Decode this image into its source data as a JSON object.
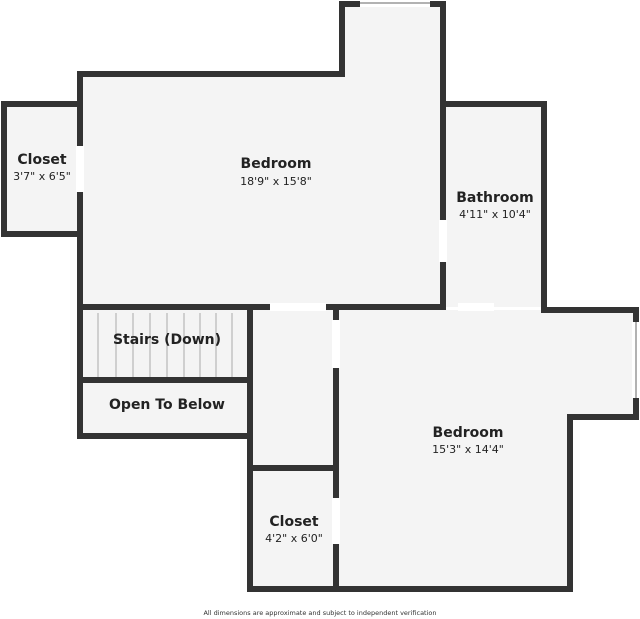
{
  "rooms": {
    "bedroom_main": {
      "name": "Bedroom",
      "dims": "18'9\" x 15'8\""
    },
    "closet_left": {
      "name": "Closet",
      "dims": "3'7\" x 6'5\""
    },
    "bathroom": {
      "name": "Bathroom",
      "dims": "4'11\" x 10'4\""
    },
    "stairs": {
      "name": "Stairs (Down)"
    },
    "open_below": {
      "name": "Open To Below"
    },
    "bedroom_second": {
      "name": "Bedroom",
      "dims": "15'3\" x 14'4\""
    },
    "closet_bottom": {
      "name": "Closet",
      "dims": "4'2\" x 6'0\""
    }
  },
  "footer": {
    "disclaimer": "All dimensions are approximate and subject to independent verification"
  },
  "colors": {
    "wall": "#333333",
    "floor": "#f4f4f4",
    "opening": "#ffffff"
  }
}
